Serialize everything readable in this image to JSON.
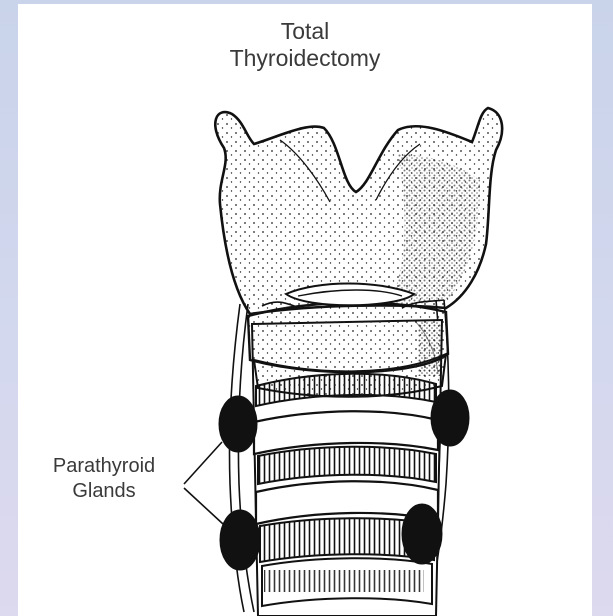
{
  "title": {
    "line1": "Total",
    "line2": "Thyroidectomy"
  },
  "label": {
    "line1": "Parathyroid",
    "line2": "Glands"
  },
  "colors": {
    "ink": "#111111",
    "background": "#ffffff",
    "frame": "#ccd5ec"
  }
}
